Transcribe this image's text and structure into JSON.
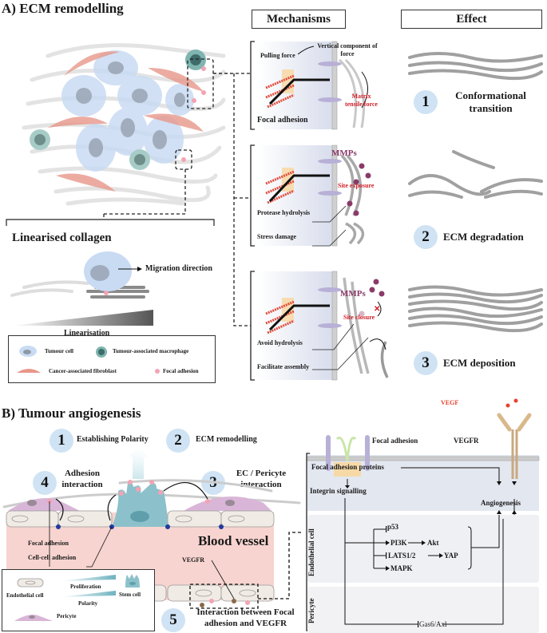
{
  "panel_a": {
    "title": "A)  ECM remodelling",
    "headers": {
      "mechanisms": "Mechanisms",
      "effect": "Effect"
    },
    "mechanism_1": {
      "pulling_force": "Pulling force",
      "vertical_component": "Vertical component of force",
      "matrix_tensile": "Matrix tensile force",
      "focal_adhesion": "Focal adhesion"
    },
    "mechanism_2": {
      "mmps": "MMPs",
      "site_exposure": "Site exposure",
      "protease_hydrolysis": "Protease hydrolysis",
      "stress_damage": "Stress damage"
    },
    "mechanism_3": {
      "mmps": "MMPs",
      "site_closure": "Site closure",
      "avoid_hydrolysis": "Avoid hydrolysis",
      "facilitate_assembly": "Facilitate assembly"
    },
    "effects": [
      {
        "number": "1",
        "label": "Conformational transition"
      },
      {
        "number": "2",
        "label": "ECM degradation"
      },
      {
        "number": "3",
        "label": "ECM deposition"
      }
    ],
    "linearised": {
      "title": "Linearised collagen",
      "migration": "Migration direction",
      "gradient_label": "Linearisation"
    },
    "legend": {
      "tumour_cell": "Tumour cell",
      "macrophage": "Tumour-associated macrophage",
      "fibroblast": "Cancer-associated fibroblast",
      "focal_adhesion": "Focal adhesion"
    },
    "colors": {
      "tumour_cell": "#c9dbf3",
      "macrophage": "#7fb5b0",
      "fibroblast": "#e8978a",
      "focal_adhesion": "#f4a3b4",
      "collagen": "#a0a0a0",
      "badge": "#cfe3f4",
      "mmp": "#8a3a68",
      "red_text": "#d0202a"
    }
  },
  "panel_b": {
    "title": "B) Tumour angiogenesis",
    "steps": [
      {
        "number": "1",
        "label": "Establishing Polarity"
      },
      {
        "number": "2",
        "label": "ECM remodelling"
      },
      {
        "number": "3",
        "label": "EC / Pericyte interaction"
      },
      {
        "number": "4",
        "label": "Adhesion interaction"
      },
      {
        "number": "5",
        "label": "Interaction between Focal adhesion and VEGFR"
      }
    ],
    "vessel": {
      "blood_vessel": "Blood vessel",
      "focal_adhesion": "Focal adhesion",
      "cell_cell_adhesion": "Cell-cell adhesion",
      "vegfr": "VEGFR"
    },
    "legend": {
      "endothelial_cell": "Endothelial cell",
      "proliferation": "Proliferation",
      "polarity": "Polarity",
      "stem_cell": "Stem cell",
      "pericyte": "Pericyte"
    },
    "pathway": {
      "vegf": "VEGF",
      "focal_adhesion": "Focal adhesion",
      "vegfr": "VEGFR",
      "fa_proteins": "Focal adhesion proteins",
      "integrin": "Integrin signalling",
      "angiogenesis": "Angiogenesis",
      "endothelial_label": "Endothelial cell",
      "pericyte_label": "Pericyte",
      "p53": "p53",
      "pi3k": "PI3K",
      "akt": "Akt",
      "lats": "LATS1/2",
      "yap": "YAP",
      "mapk": "MAPK",
      "gas6": "Gas6/Axl"
    },
    "colors": {
      "vessel": "#f7d4cf",
      "endothelial": "#f1ebe5",
      "stem_cell": "#8cc1cb",
      "pericyte": "#d9b6d8",
      "cell_junction": "#1f3a9e",
      "vegf": "#e8432a"
    }
  }
}
